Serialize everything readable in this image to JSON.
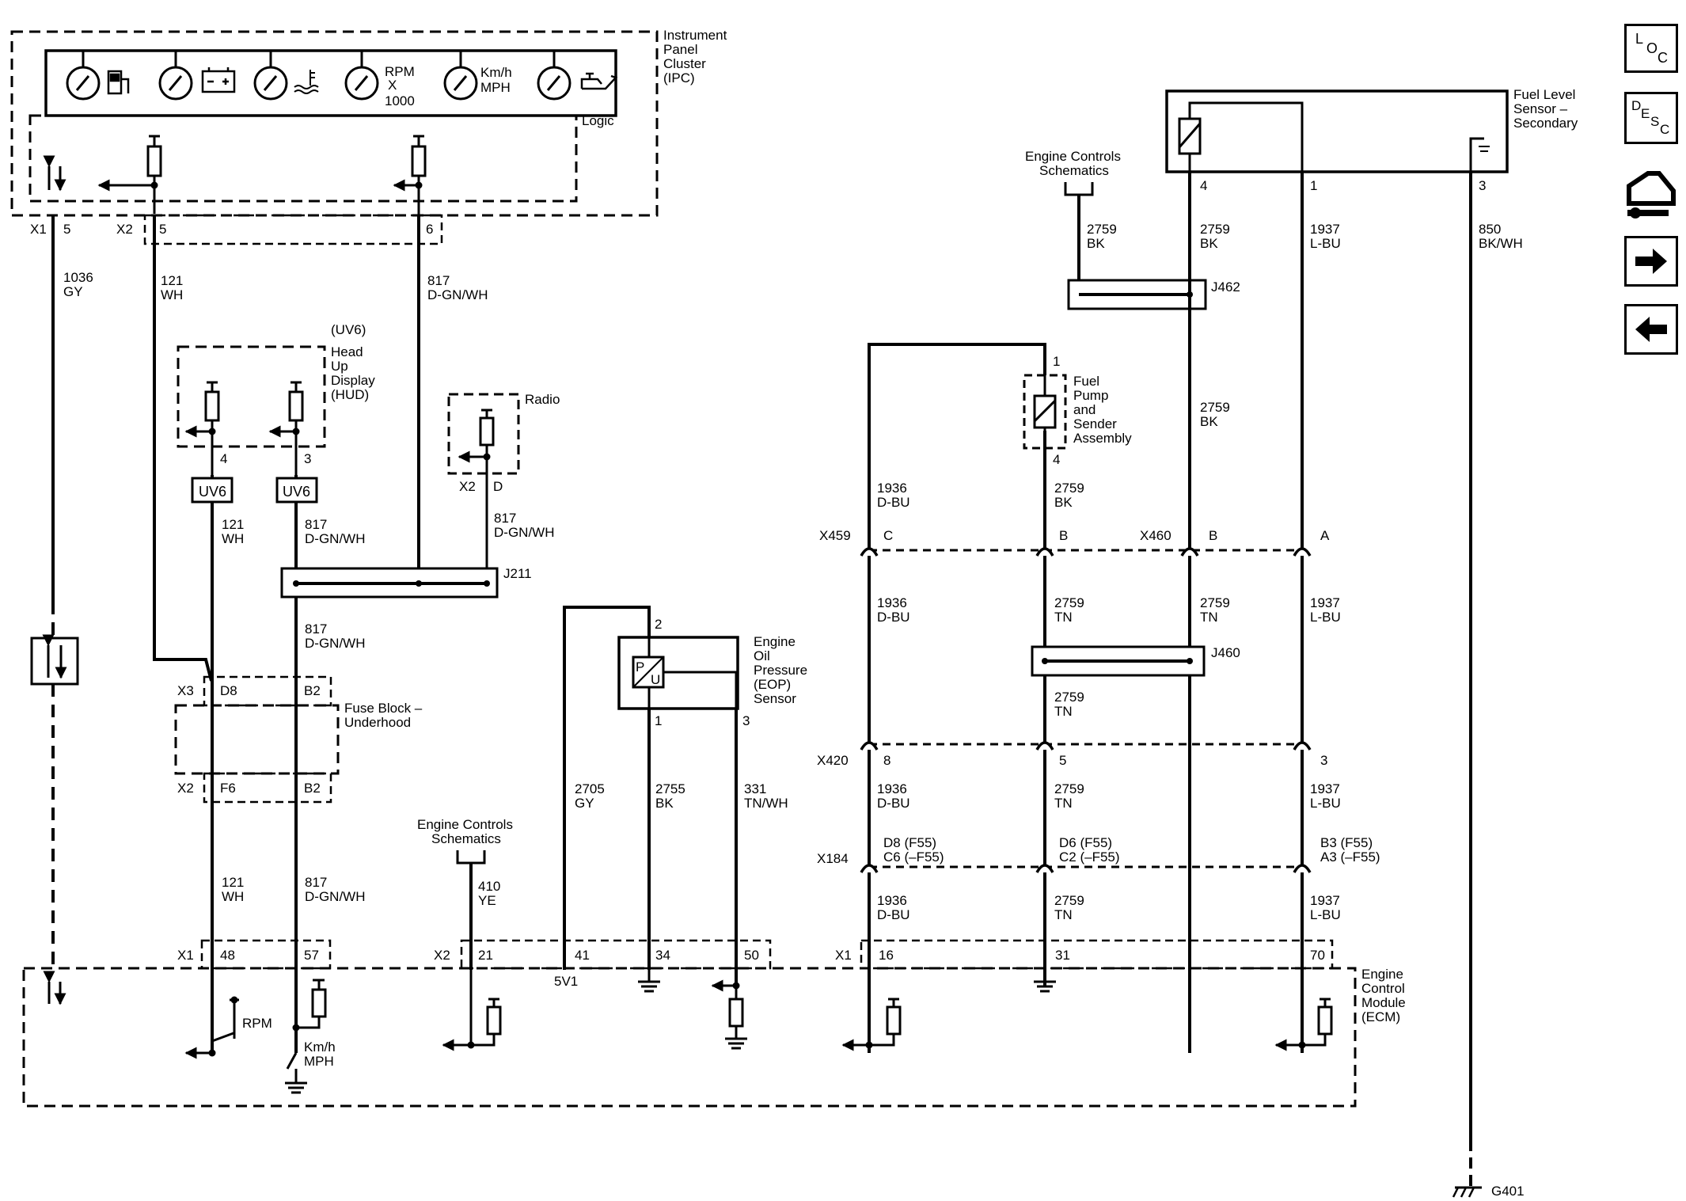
{
  "ipc": {
    "title_lines": [
      "Instrument",
      "Panel",
      "Cluster",
      "(IPC)"
    ],
    "logic_label": "Logic",
    "rpm_lines": [
      "RPM",
      "X",
      "1000"
    ],
    "speed_lines": [
      "Km/h",
      "MPH"
    ]
  },
  "connectors": {
    "x1": "X1",
    "x2": "X2",
    "x3": "X3",
    "pins_ipc": [
      "5",
      "5",
      "6"
    ]
  },
  "wires": {
    "w1036": [
      "1036",
      "GY"
    ],
    "w121_top": [
      "121",
      "WH"
    ],
    "w817_top": [
      "817",
      "D-GN/WH"
    ],
    "w121_hud": [
      "121",
      "WH"
    ],
    "w817_hud": [
      "817",
      "D-GN/WH"
    ],
    "w817_radio": [
      "817",
      "D-GN/WH"
    ],
    "w817_mid": [
      "817",
      "D-GN/WH"
    ],
    "w121_bot": [
      "121",
      "WH"
    ],
    "w817_bot": [
      "817",
      "D-GN/WH"
    ],
    "w410": [
      "410",
      "YE"
    ],
    "w2705": [
      "2705",
      "GY"
    ],
    "w2755": [
      "2755",
      "BK"
    ],
    "w331": [
      "331",
      "TN/WH"
    ],
    "w1936_a": [
      "1936",
      "D-BU"
    ],
    "w1936_b": [
      "1936",
      "D-BU"
    ],
    "w1936_c": [
      "1936",
      "D-BU"
    ],
    "w1936_d": [
      "1936",
      "D-BU"
    ],
    "w2759_a": [
      "2759",
      "BK"
    ],
    "w2759_b": [
      "2759",
      "BK"
    ],
    "w2759_c": [
      "2759",
      "BK"
    ],
    "w2759_d": [
      "2759",
      "BK"
    ],
    "w2759_e": [
      "2759",
      "TN"
    ],
    "w2759_f": [
      "2759",
      "TN"
    ],
    "w2759_g": [
      "2759",
      "TN"
    ],
    "w2759_h": [
      "2759",
      "TN"
    ],
    "w2759_i": [
      "2759",
      "TN"
    ],
    "w1937_a": [
      "1937",
      "L-BU"
    ],
    "w1937_b": [
      "1937",
      "L-BU"
    ],
    "w1937_c": [
      "1937",
      "L-BU"
    ],
    "w1937_d": [
      "1937",
      "L-BU"
    ],
    "w850": [
      "850",
      "BK/WH"
    ]
  },
  "hud": {
    "option": "(UV6)",
    "title_lines": [
      "Head",
      "Up",
      "Display",
      "(HUD)"
    ],
    "pins": [
      "4",
      "3"
    ],
    "badge": "UV6"
  },
  "radio": {
    "title": "Radio",
    "connector": "X2",
    "pin": "D"
  },
  "splices": {
    "j211": "J211",
    "j462": "J462",
    "j460": "J460"
  },
  "fuse_block": {
    "title_lines": [
      "Fuse Block –",
      "Underhood"
    ],
    "pins_top": [
      "D8",
      "B2"
    ],
    "pins_bot": [
      "F6",
      "B2"
    ]
  },
  "eop": {
    "title_lines": [
      "Engine",
      "Oil",
      "Pressure",
      "(EOP)",
      "Sensor"
    ],
    "pins": [
      "2",
      "1",
      "3"
    ],
    "symbol": [
      "P",
      "U"
    ]
  },
  "engine_controls": {
    "title_lines": [
      "Engine Controls",
      "Schematics"
    ]
  },
  "fuel_pump": {
    "title_lines": [
      "Fuel",
      "Pump",
      "and",
      "Sender",
      "Assembly"
    ],
    "pins": [
      "1",
      "4"
    ]
  },
  "fuel_level": {
    "title_lines": [
      "Fuel Level",
      "Sensor –",
      "Secondary"
    ],
    "pins": [
      "4",
      "1",
      "3"
    ]
  },
  "inline_connectors": {
    "x459": {
      "name": "X459",
      "pins": [
        "C",
        "B"
      ]
    },
    "x460": {
      "name": "X460",
      "pins": [
        "B",
        "A"
      ]
    },
    "x420": {
      "name": "X420",
      "pins": [
        "8",
        "5",
        "3"
      ]
    },
    "x184": {
      "name": "X184",
      "pins": [
        [
          "D8 (F55)",
          "C6 (–F55)"
        ],
        [
          "D6 (F55)",
          "C2 (–F55)"
        ],
        [
          "B3 (F55)",
          "A3 (–F55)"
        ]
      ]
    }
  },
  "ecm": {
    "title_lines": [
      "Engine",
      "Control",
      "Module",
      "(ECM)"
    ],
    "x1_pins_left": [
      "48",
      "57"
    ],
    "x2_pins": [
      "21",
      "41",
      "34",
      "50"
    ],
    "x1_pins_right": [
      "16",
      "31",
      "70"
    ],
    "v5_label": "5V1",
    "rpm_label": "RPM",
    "speed_lines": [
      "Km/h",
      "MPH"
    ]
  },
  "ground": {
    "label": "G401"
  },
  "sidebar": {
    "loc": [
      "L",
      "O",
      "C"
    ],
    "desc": [
      "D",
      "E",
      "S",
      "C"
    ]
  }
}
